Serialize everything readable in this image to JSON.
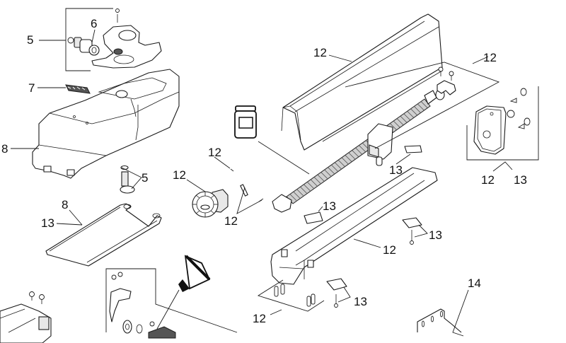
{
  "diagram": {
    "title": "Exploded parts diagram",
    "callouts": [
      {
        "id": "c5a",
        "label": "5"
      },
      {
        "id": "c6",
        "label": "6"
      },
      {
        "id": "c7",
        "label": "7"
      },
      {
        "id": "c8a",
        "label": "8"
      },
      {
        "id": "c5b",
        "label": "5"
      },
      {
        "id": "c8b",
        "label": "8"
      },
      {
        "id": "c13a",
        "label": "13"
      },
      {
        "id": "c12a",
        "label": "12"
      },
      {
        "id": "c12b",
        "label": "12"
      },
      {
        "id": "c12c",
        "label": "12"
      },
      {
        "id": "c12d",
        "label": "12"
      },
      {
        "id": "c12e",
        "label": "12"
      },
      {
        "id": "c13b",
        "label": "13"
      },
      {
        "id": "c12f",
        "label": "12"
      },
      {
        "id": "c13c",
        "label": "13"
      },
      {
        "id": "c13d",
        "label": "13"
      },
      {
        "id": "c13e",
        "label": "13"
      },
      {
        "id": "c12g",
        "label": "12"
      },
      {
        "id": "c12h",
        "label": "12"
      },
      {
        "id": "c13f",
        "label": "13"
      },
      {
        "id": "c14",
        "label": "14"
      }
    ],
    "icons": {
      "grease_jar": "grease-jar-icon",
      "grease_tube": "grease-tube-icon"
    }
  }
}
